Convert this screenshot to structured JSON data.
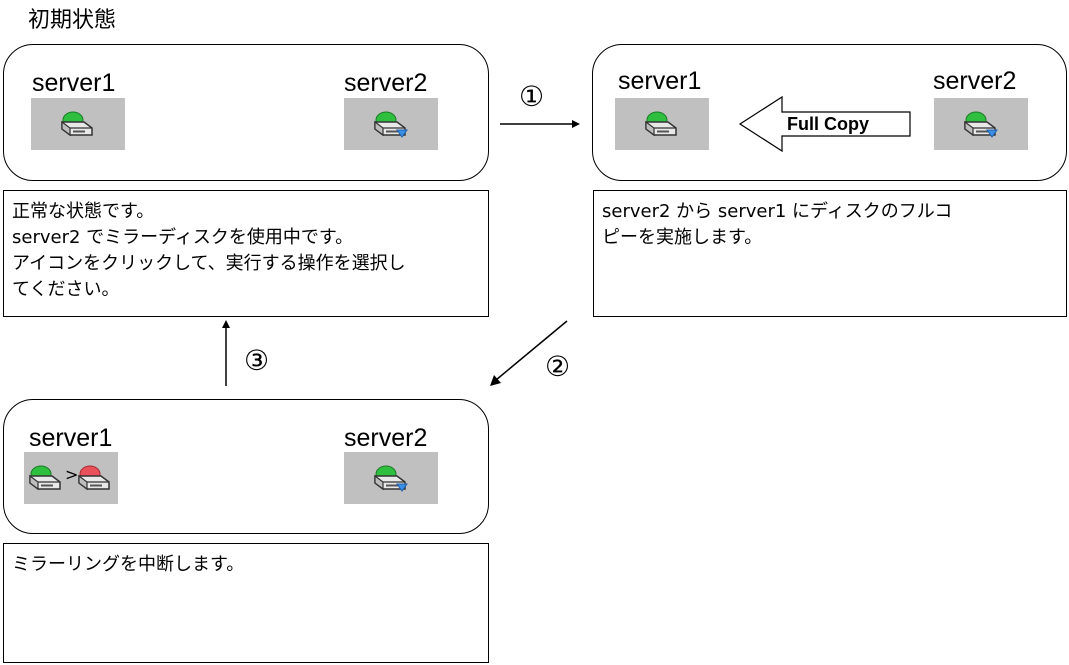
{
  "title": "初期状態",
  "panels": {
    "initial": {
      "server1": "server1",
      "server2": "server2",
      "description": "正常な状態です。\nserver2 でミラーディスクを使用中です。\nアイコンをクリックして、実行する操作を選択し\nてください。"
    },
    "full_copy": {
      "server1": "server1",
      "server2": "server2",
      "arrow_label": "Full Copy",
      "description": "server2 から server1 にディスクのフルコ\nピーを実施します。"
    },
    "suspended": {
      "server1": "server1",
      "server2": "server2",
      "description": "ミラーリングを中断します。"
    }
  },
  "steps": {
    "step1": "①",
    "step2": "②",
    "step3": "③"
  },
  "colors": {
    "icon_bg": "#c0c0c0",
    "green_status": "#2fbf3f",
    "red_status": "#e8505a",
    "blue_arrow": "#3a8fe8"
  }
}
